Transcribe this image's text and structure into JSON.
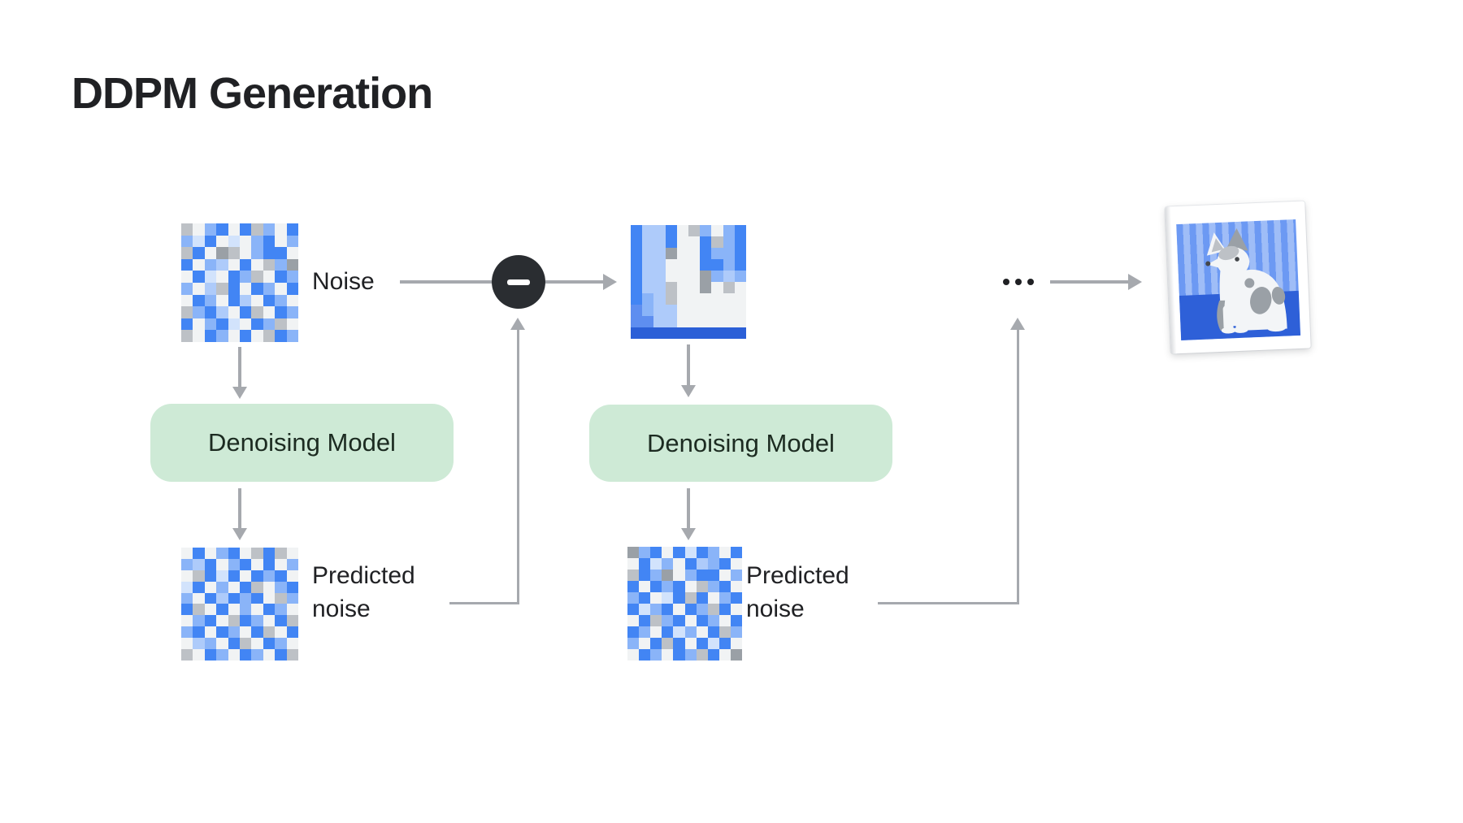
{
  "title": "DDPM Generation",
  "labels": {
    "noise": "Noise",
    "predicted_noise_1": [
      "Predicted",
      "noise"
    ],
    "predicted_noise_2": [
      "Predicted",
      "noise"
    ]
  },
  "boxes": {
    "denoising_model_1": "Denoising Model",
    "denoising_model_2": "Denoising Model"
  },
  "icons": {
    "subtract": "minus-icon",
    "more_steps": "ellipsis-icon"
  },
  "colors": {
    "text": "#202124",
    "line": "#A6A9AE",
    "node": "#2A2D31",
    "box-bg": "#CEEAD6",
    "box-text": "#1C2B21",
    "stripe-a": "#6C99F3",
    "stripe-b": "#9FBDF7",
    "floor": "#2E60D8",
    "dog-white": "#F3F5F7",
    "dog-gray": "#9AA0A6",
    "dog-gray2": "#BDC1C6",
    "dog-dark": "#44474B"
  },
  "palette": {
    "B": "#4285F4",
    "b": "#8AB4F8",
    "p": "#AECBFA",
    "l": "#D2E3FC",
    "w": "#F1F3F4",
    "g": "#BDC1C6",
    "G": "#9AA0A6",
    "F": "#5E8EF0",
    "D": "#2B5FD7"
  },
  "grids": {
    "noise": [
      "gwbBwBgbwB",
      "blBwlwbBwb",
      "gBwGgwbBBw",
      "BwbpwBwgbG",
      "wBlwBbgwBb",
      "bwpgBwBbwB",
      "wBbwBpwBbw",
      "gbBpwBgwBb",
      "BwbBlwBbgw",
      "gwBbwBwgBb"
    ],
    "step": [
      "BppBwgbwbB",
      "BppBwwBgbB",
      "BppGwwBbbB",
      "BppwwwBBbB",
      "BppwwwGbpb",
      "BppgwwGwgw",
      "Bbpgwwwwww",
      "Fbppwwwwww",
      "FFppwwwwww",
      "DDDDDDDDDD"
    ],
    "predicted_1": [
      "wBwbBwgBgw",
      "bpBwbBwBwb",
      "wgBlBwBbBw",
      "lBwbwBgwbB",
      "bwBpBbBwgb",
      "BgwBwbwBbw",
      "wbBwgBbwBg",
      "bBwBbwBgwB",
      "wpbwBgwBbw",
      "gwBbwBbwBg"
    ],
    "predicted_2": [
      "GbBwBlBbwB",
      "wBlbwBpbBw",
      "gBbGwbBBwb",
      "BwBbBwgbBw",
      "bBwlBgBwbB",
      "BlbBwBbgBw",
      "wBgbBwBbwB",
      "BbwBlbwBgb",
      "bwBgBwBlBw",
      "wBbwBbgBwG"
    ]
  }
}
